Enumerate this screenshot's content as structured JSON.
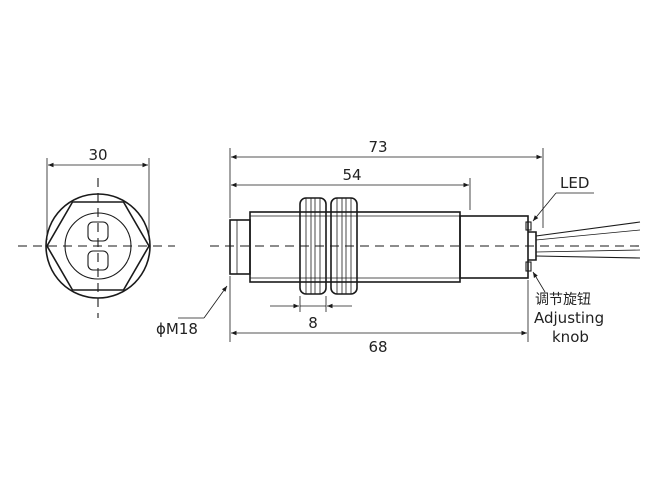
{
  "labels": {
    "front_width": "30",
    "overall_length": "73",
    "thread_length": "54",
    "nut_width": "8",
    "body_length": "68",
    "thread_spec": "ϕM18",
    "led": "LED",
    "adjust_cn": "调节旋钮",
    "adjust_en_1": "Adjusting",
    "adjust_en_2": "knob"
  }
}
